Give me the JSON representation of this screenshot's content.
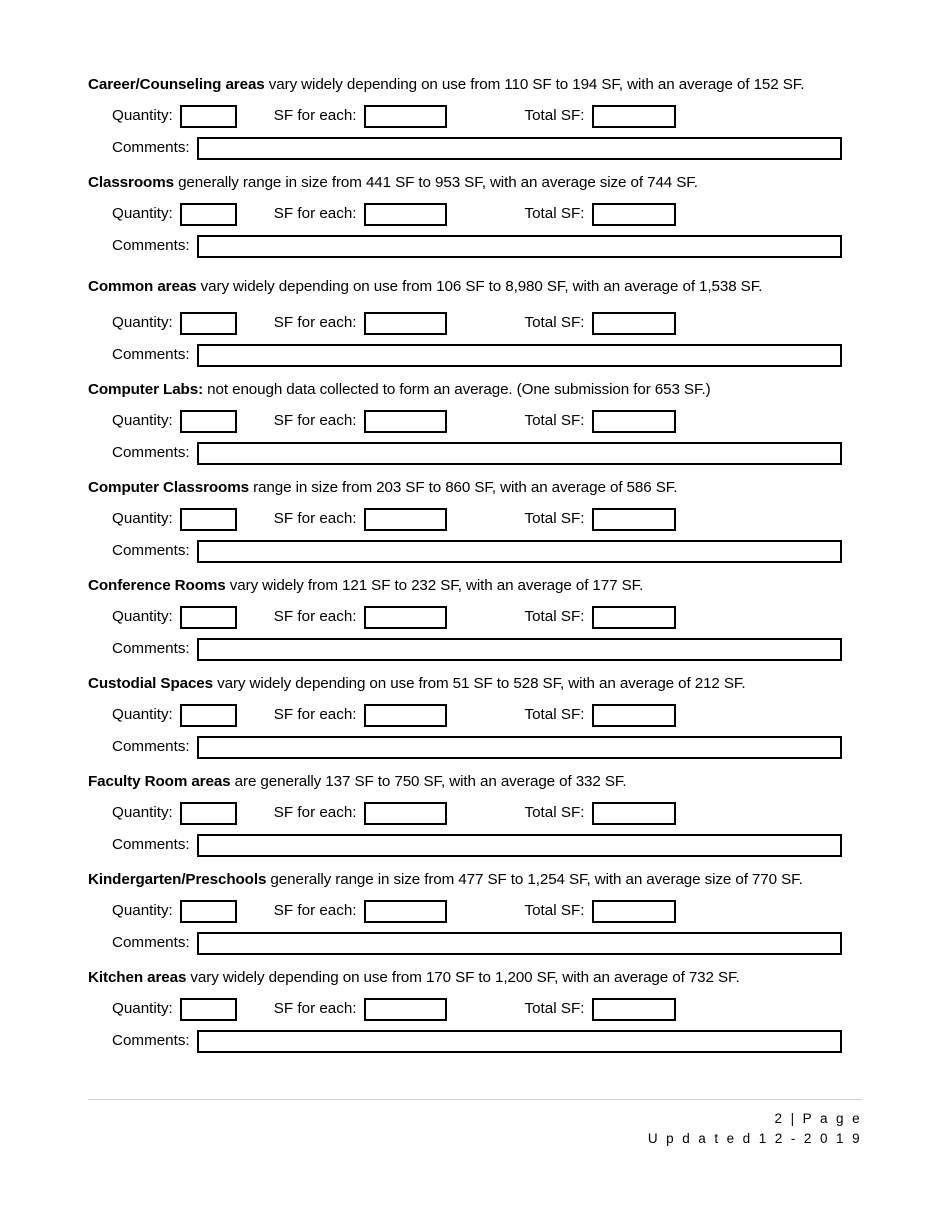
{
  "document": {
    "page_number_label": "2 | P a g e",
    "updated_label": "U p d a t e d   1 2 - 2 0 1 9"
  },
  "labels": {
    "quantity": "Quantity:",
    "sf_for_each": "SF for each:",
    "total_sf": "Total SF:",
    "comments": "Comments:"
  },
  "sections": [
    {
      "lead": "Career/Counseling areas",
      "body": " vary widely depending on use from 110 SF to 194 SF, with an average of 152 SF.",
      "loose": false
    },
    {
      "lead": "Classrooms",
      "body": " generally range in size from 441 SF to 953 SF, with an average size of 744 SF.",
      "loose": false
    },
    {
      "lead": "Common areas",
      "body": " vary widely depending on use from 106 SF to 8,980 SF, with an average of 1,538 SF.",
      "loose": true
    },
    {
      "lead": "Computer Labs:",
      "body": " not enough data collected to form an average.  (One submission for 653 SF.)",
      "loose": false
    },
    {
      "lead": "Computer Classrooms",
      "body": " range in size from 203 SF to 860 SF, with an average of 586 SF.",
      "loose": false
    },
    {
      "lead": "Conference Rooms",
      "body": " vary widely from 121 SF to 232 SF, with an average of 177 SF.",
      "loose": false
    },
    {
      "lead": "Custodial Spaces",
      "body": " vary widely depending on use from 51 SF to 528 SF, with an average of 212 SF.",
      "loose": false
    },
    {
      "lead": "Faculty Room areas",
      "body": " are generally 137 SF to 750 SF, with an average of 332 SF.",
      "loose": false
    },
    {
      "lead": "Kindergarten/Preschools",
      "body": " generally range in size from 477 SF to 1,254 SF, with an average size of 770 SF.",
      "loose": false
    },
    {
      "lead": "Kitchen areas",
      "body": " vary widely depending on use from 170 SF to 1,200 SF, with an average of 732 SF.",
      "loose": false
    }
  ]
}
